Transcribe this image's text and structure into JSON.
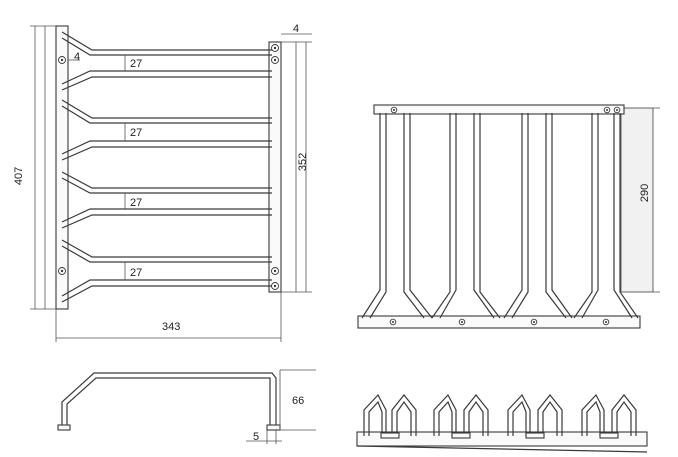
{
  "front_view": {
    "dim_height": "407",
    "dim_mount_spacing": "352",
    "dim_width": "343",
    "dim_wall_gap": "4",
    "dim_tube_offset": "4",
    "dim_pitch": [
      "27",
      "27",
      "27",
      "27"
    ]
  },
  "side_view": {
    "dim_depth": "66",
    "dim_foot": "5"
  },
  "top_view": {
    "dim_length": "290"
  }
}
